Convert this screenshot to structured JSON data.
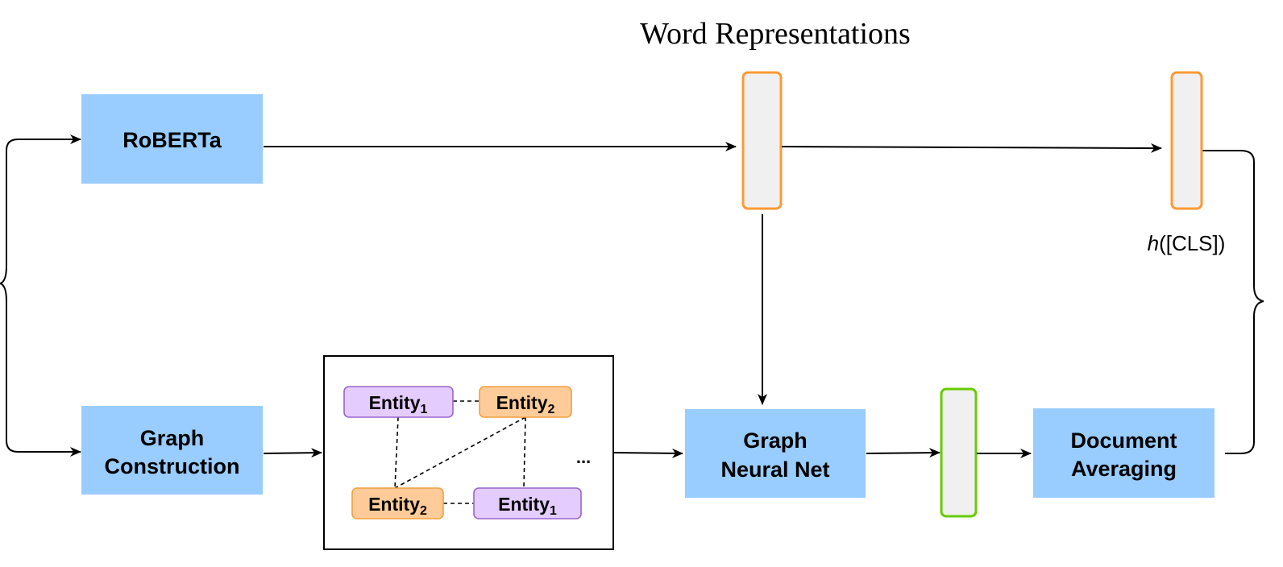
{
  "title": "Word Representations",
  "boxes": {
    "roberta": "RoBERTa",
    "graph_construction": [
      "Graph",
      "Construction"
    ],
    "gnn": [
      "Graph",
      "Neural Net"
    ],
    "doc_avg": [
      "Document",
      "Averaging"
    ]
  },
  "entities": {
    "e1_top": {
      "name": "Entity",
      "sub": "1"
    },
    "e2_top": {
      "name": "Entity",
      "sub": "2"
    },
    "e2_bottom": {
      "name": "Entity",
      "sub": "2"
    },
    "e1_bottom": {
      "name": "Entity",
      "sub": "1"
    }
  },
  "ellipsis": "...",
  "cls": {
    "italic": "h",
    "rest": "([CLS])"
  },
  "colors": {
    "box_fill": "#99ccff",
    "vector_fill": "#f0f0f0",
    "orange_stroke": "#ff9933",
    "green_stroke": "#66cc00",
    "entity_purple_fill": "#e5ccff",
    "entity_purple_stroke": "#9966cc",
    "entity_orange_fill": "#ffcc99",
    "entity_orange_stroke": "#f0a040"
  }
}
